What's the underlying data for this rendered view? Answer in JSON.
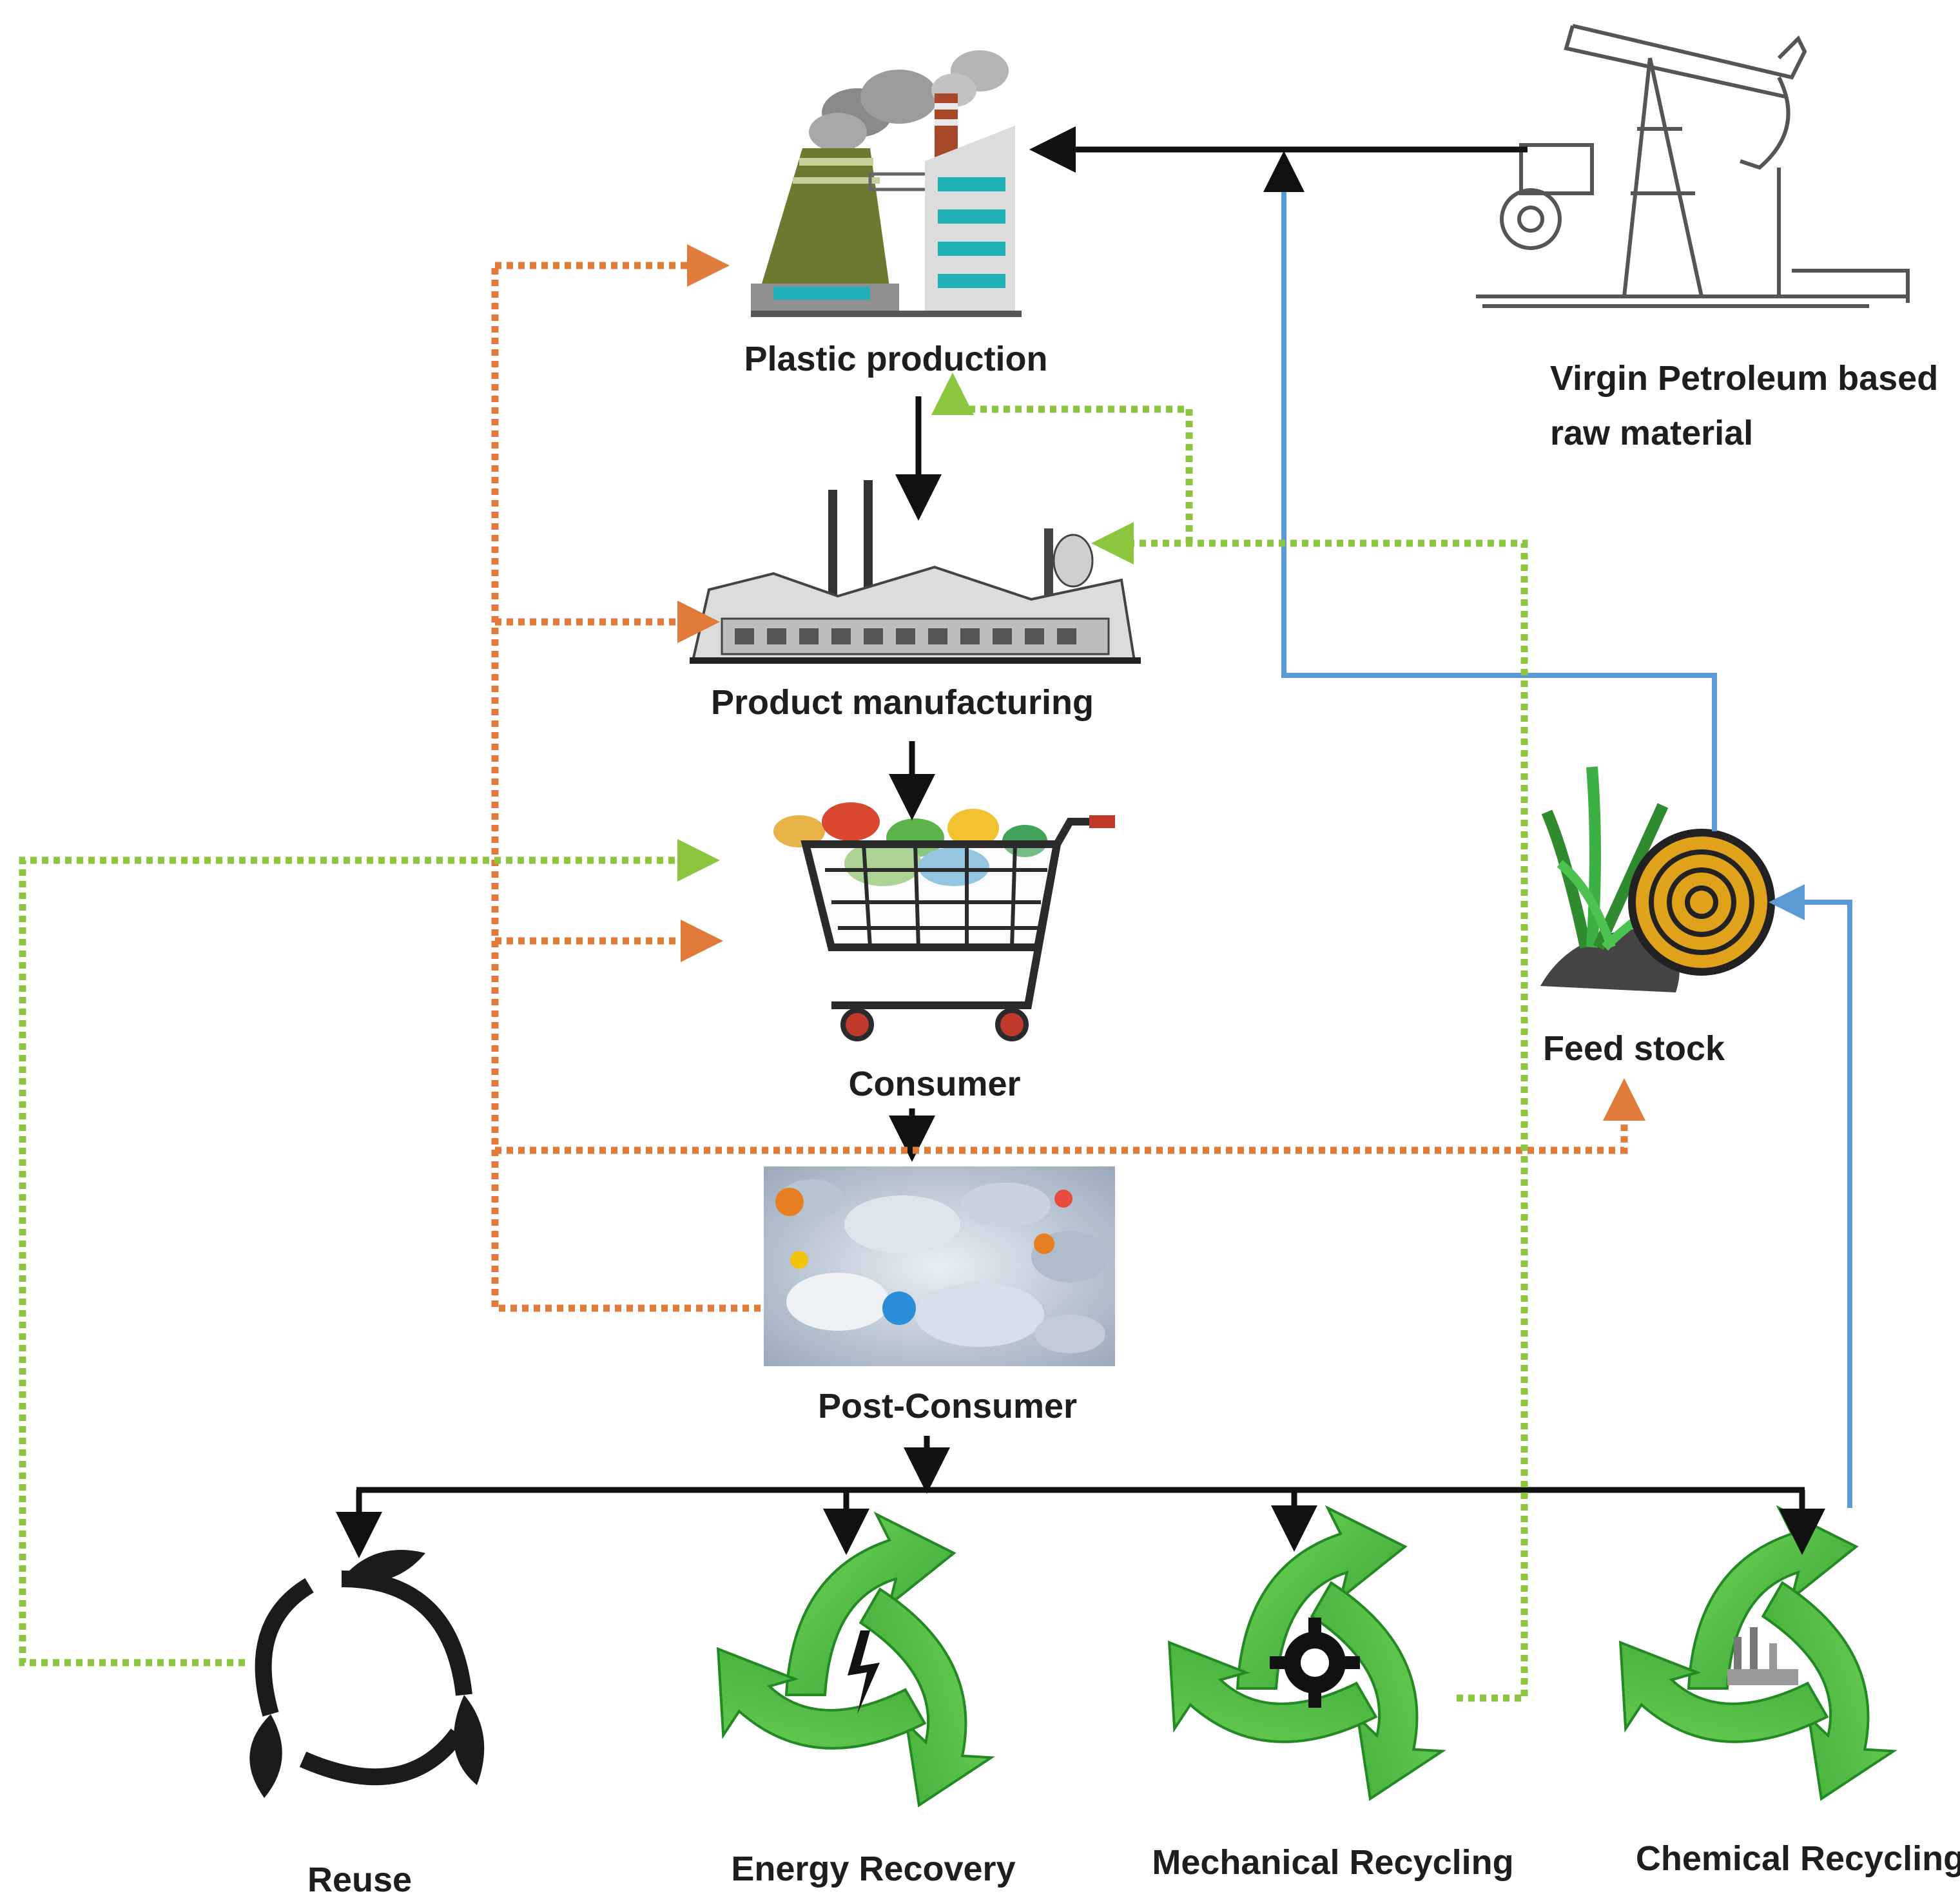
{
  "nodes": {
    "plastic_production": "Plastic production",
    "product_manufacturing": "Product manufacturing",
    "consumer": "Consumer",
    "post_consumer": "Post-Consumer",
    "virgin_line1": "Virgin Petroleum based",
    "virgin_line2": "raw material",
    "feed_stock": "Feed stock",
    "reuse": "Reuse",
    "energy_recovery": "Energy Recovery",
    "mechanical_recycling": "Mechanical Recycling",
    "chemical_recycling": "Chemical Recycling"
  },
  "colors": {
    "main_flow": "#111111",
    "orange_dotted": "#e07b39",
    "green_dotted": "#8cc63f",
    "blue_flow": "#5b9bd5",
    "recycle_green": "#3fb83b"
  }
}
